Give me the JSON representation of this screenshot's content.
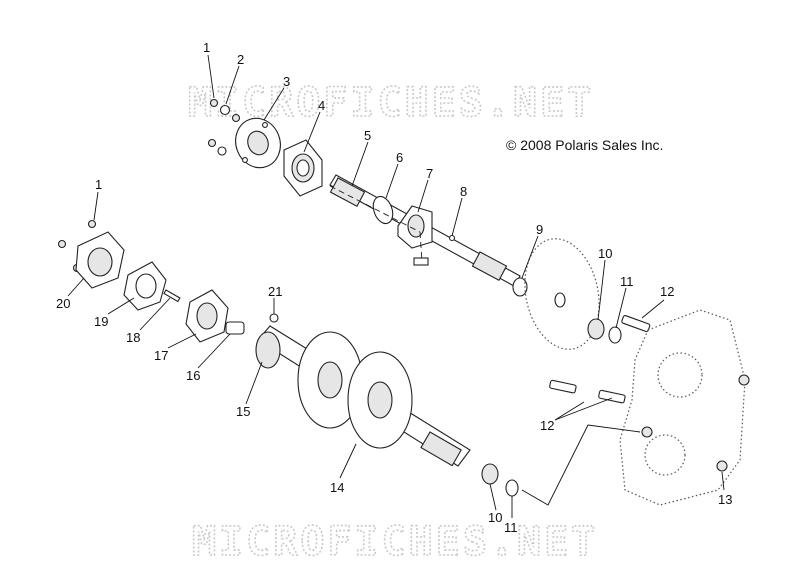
{
  "watermarks": [
    "MICROFICHES.NET",
    "MICROFICHES.NET"
  ],
  "copyright": "© 2008 Polaris Sales Inc.",
  "callouts": [
    "1",
    "2",
    "3",
    "4",
    "5",
    "6",
    "7",
    "8",
    "9",
    "10",
    "11",
    "12",
    "1",
    "20",
    "19",
    "18",
    "17",
    "16",
    "21",
    "15",
    "14",
    "10",
    "11",
    "12",
    "13"
  ]
}
